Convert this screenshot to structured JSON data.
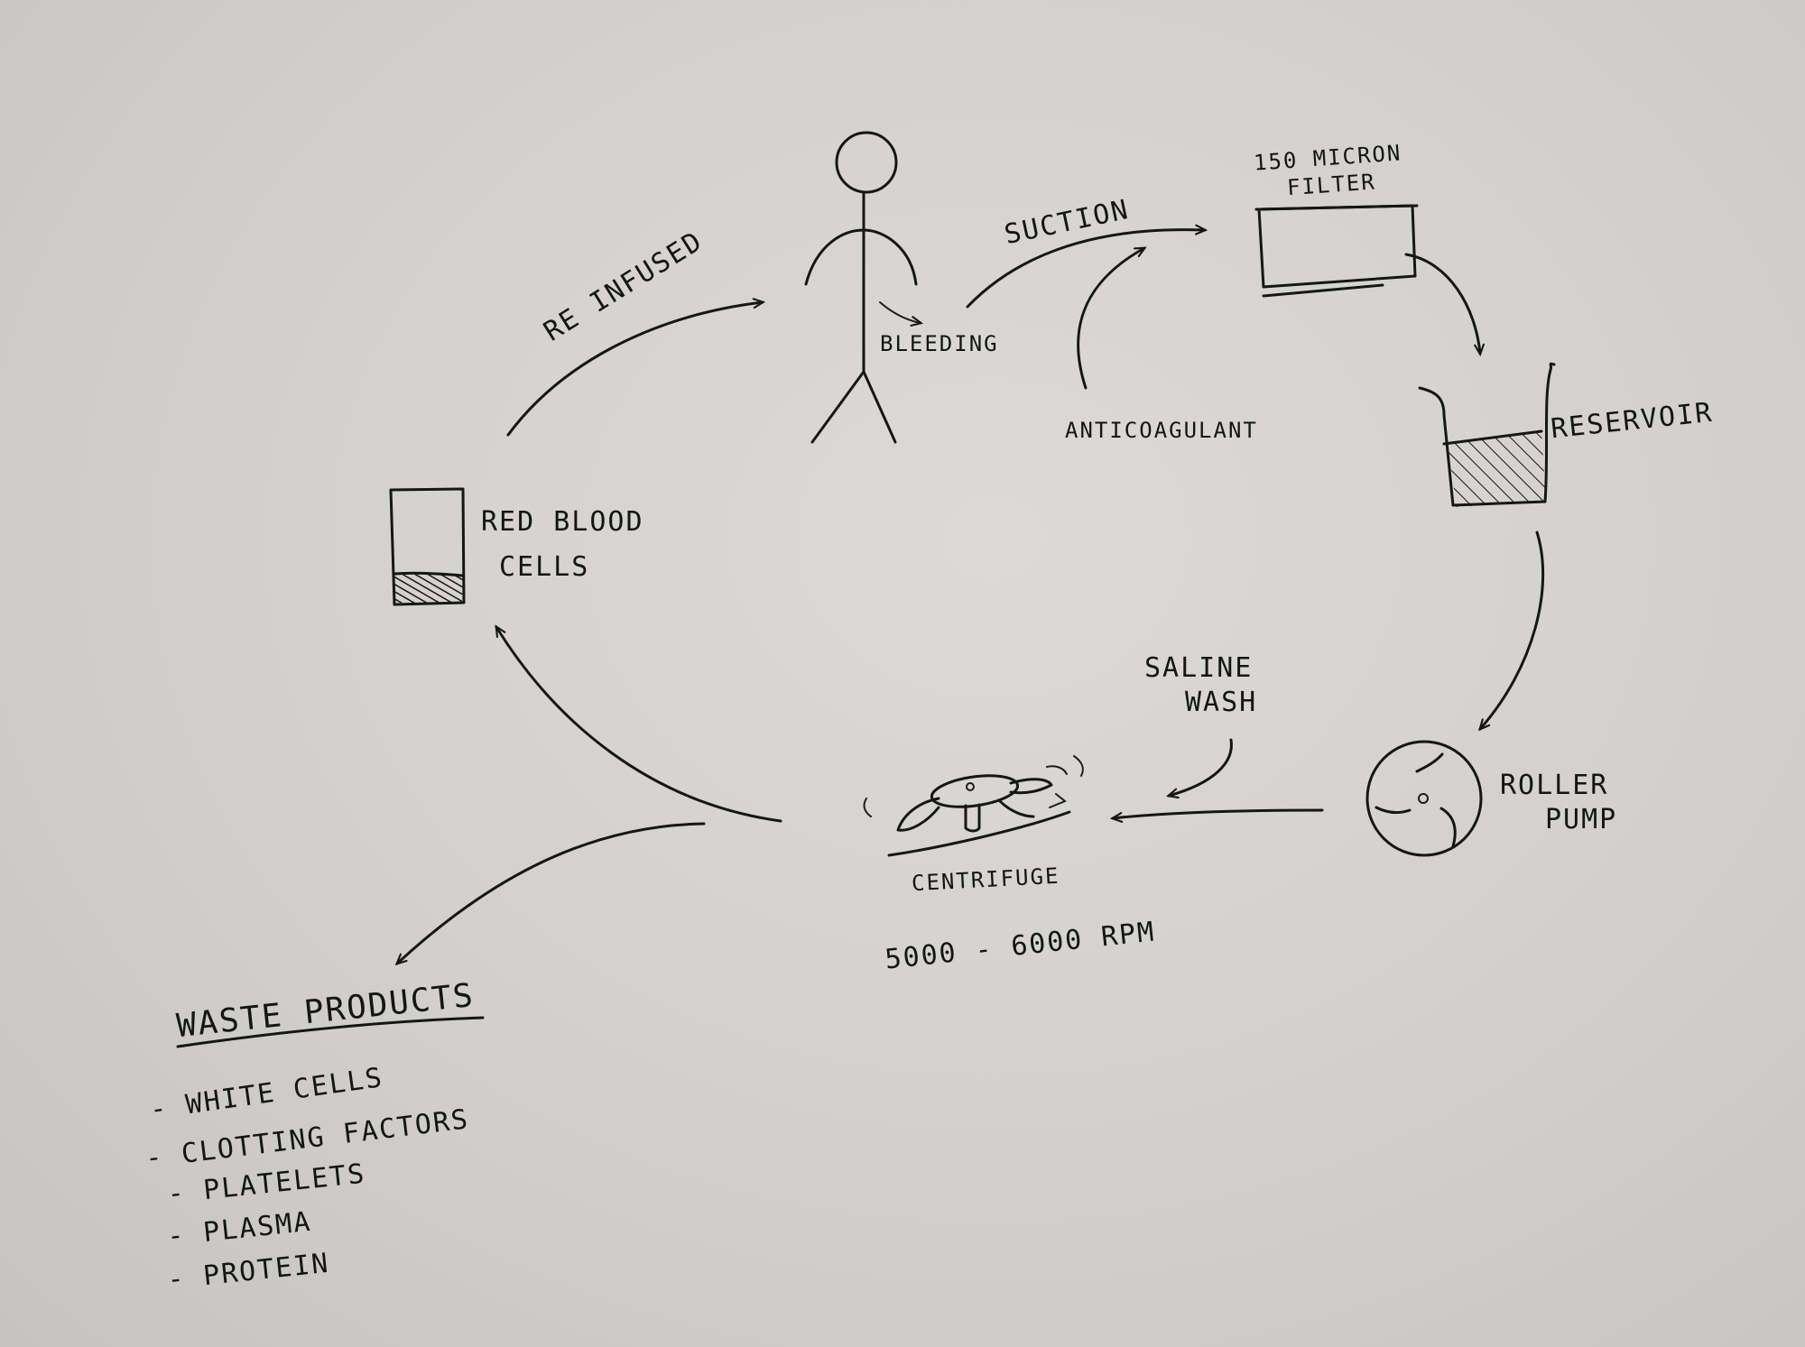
{
  "labels": {
    "suction": "SUCTION",
    "bleeding": "BLEEDING",
    "reinfused": "RE INFUSED",
    "anticoagulant": "ANTICOAGULANT",
    "filter_line1": "150 MICRON",
    "filter_line2": "FILTER",
    "reservoir": "RESERVOIR",
    "red_blood_line1": "RED BLOOD",
    "red_blood_line2": "CELLS",
    "saline_line1": "SALINE",
    "saline_line2": "WASH",
    "roller_line1": "ROLLER",
    "roller_line2": "PUMP",
    "centrifuge": "CENTRIFUGE",
    "rpm": "5000 - 6000 RPM",
    "waste_title": "WASTE PRODUCTS"
  },
  "waste_items": [
    "- WHITE CELLS",
    "- CLOTTING FACTORS",
    "- PLATELETS",
    "- PLASMA",
    "- PROTEIN"
  ],
  "colors": {
    "paper": "#d3d1cd",
    "ink": "#161616"
  }
}
